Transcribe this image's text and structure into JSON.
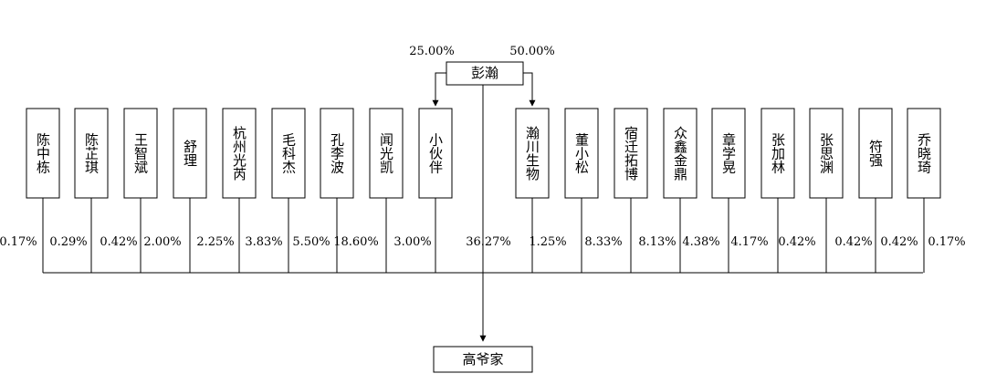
{
  "top_entity": {
    "name": "彭瀚",
    "left_pct": "25.00%",
    "right_pct": "50.00%"
  },
  "bottom_entity": {
    "name": "高爷家"
  },
  "center_pct": "36.27%",
  "shareholders": [
    {
      "name": "陈中栋",
      "pct": "0.17%"
    },
    {
      "name": "陈芷琪",
      "pct": "0.29%"
    },
    {
      "name": "王智斌",
      "pct": "0.42%"
    },
    {
      "name": "舒理",
      "pct": "2.00%"
    },
    {
      "name": "杭州光芮",
      "pct": "2.25%"
    },
    {
      "name": "毛科杰",
      "pct": "3.83%"
    },
    {
      "name": "孔李波",
      "pct": "5.50%"
    },
    {
      "name": "闻光凯",
      "pct": "18.60%"
    },
    {
      "name": "小伙伴",
      "pct": "3.00%"
    },
    {
      "name": "瀚川生物",
      "pct": "1.25%"
    },
    {
      "name": "董小松",
      "pct": "8.33%"
    },
    {
      "name": "宿迁拓博",
      "pct": "8.13%"
    },
    {
      "name": "众鑫金鼎",
      "pct": "4.38%"
    },
    {
      "name": "章学晃",
      "pct": "4.17%"
    },
    {
      "name": "张加林",
      "pct": "0.42%"
    },
    {
      "name": "张思渊",
      "pct": "0.42%"
    },
    {
      "name": "符强",
      "pct": "0.42%"
    },
    {
      "name": "乔晓琦",
      "pct": "0.17%"
    }
  ]
}
